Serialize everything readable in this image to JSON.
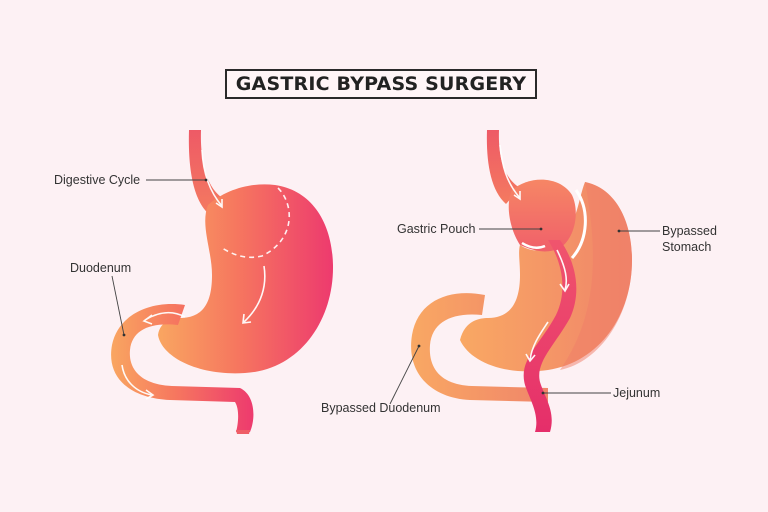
{
  "title": "GASTRIC BYPASS SURGERY",
  "colors": {
    "background": "#fdf1f4",
    "stomach_pink": "#ef3d6e",
    "stomach_orange": "#f9a661",
    "bypassed_orange": "#f08a68",
    "jejunum": "#e8306a",
    "text": "#333333"
  },
  "left_diagram": {
    "labels": {
      "digestive_cycle": "Digestive Cycle",
      "duodenum": "Duodenum"
    }
  },
  "right_diagram": {
    "labels": {
      "gastric_pouch": "Gastric Pouch",
      "bypassed_stomach_line1": "Bypassed",
      "bypassed_stomach_line2": "Stomach",
      "jejunum": "Jejunum",
      "bypassed_duodenum": "Bypassed Duodenum"
    }
  }
}
